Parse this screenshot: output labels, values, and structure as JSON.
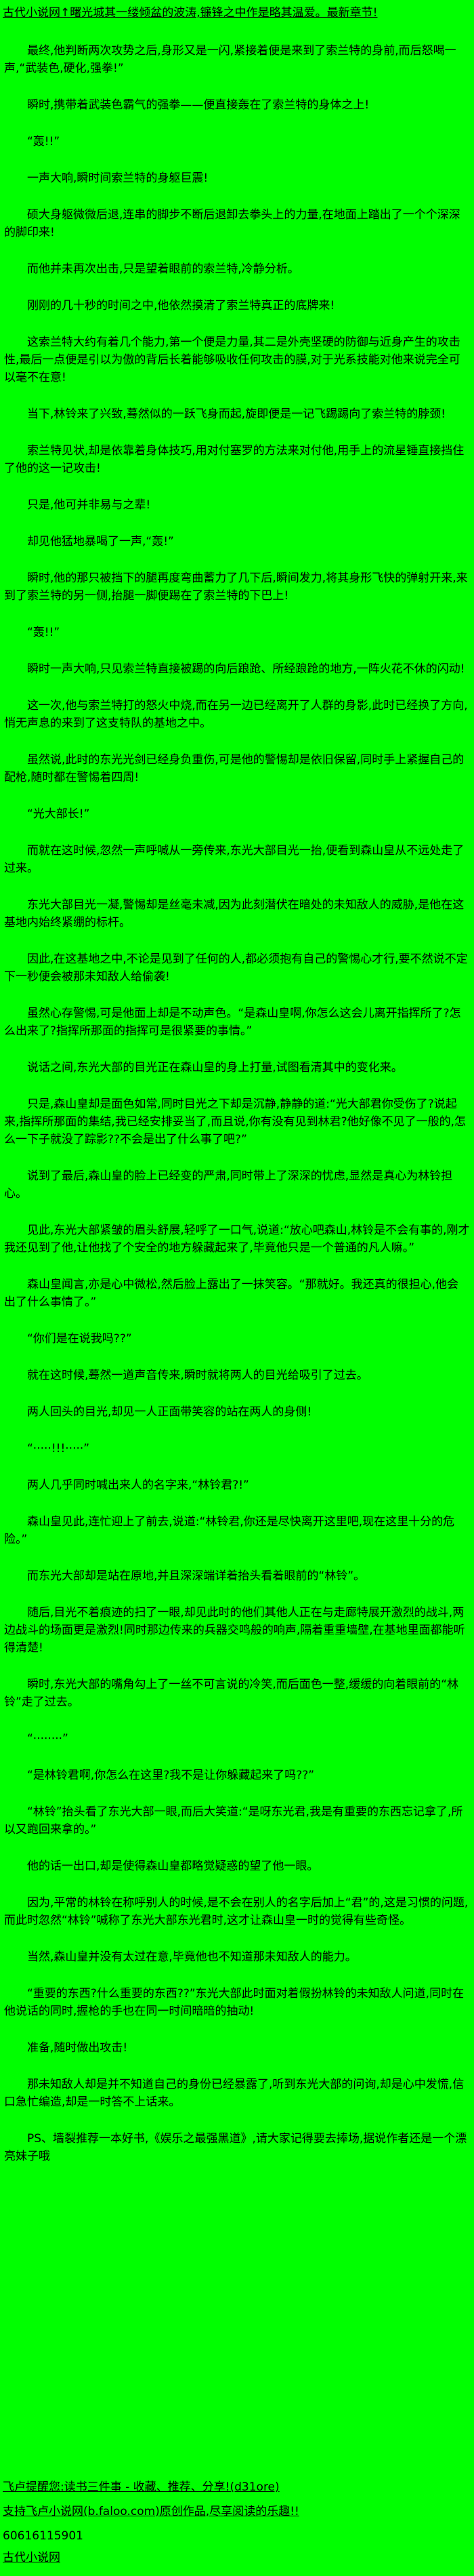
{
  "page": {
    "background_color": "#00ff00",
    "text_color": "#000000"
  },
  "header": {
    "site_name": "古代小说网",
    "title_line": "古代小说网↑曙光城其一缕倾盆的波涛,镰锋之中作是略其温爱。最新章节!"
  },
  "paragraphs": [
    "最终,他判断两次攻势之后,身形又是一闪,紧接着便是来到了索兰特的身前,而后怒喝一声,“武装色,硬化,强拳!”",
    "瞬时,携带着武装色霸气的强拳——便直接轰在了索兰特的身体之上!",
    "“轰!!”",
    "一声大响,瞬时间索兰特的身躯巨震!",
    "硕大身躯微微后退,连串的脚步不断后退卸去拳头上的力量,在地面上踏出了一个个深深的脚印来!",
    "而他并未再次出击,只是望着眼前的索兰特,冷静分析。",
    "刚刚的几十秒的时间之中,他依然摸清了索兰特真正的底牌来!",
    "这索兰特大约有着几个能力,第一个便是力量,其二是外壳坚硬的防御与近身产生的攻击性,最后一点便是引以为傲的背后长着能够吸收任何攻击的膜,对于光系技能对他来说完全可以毫不在意!",
    "当下,林铃来了兴致,蓦然似的一跃飞身而起,旋即便是一记飞踢踢向了索兰特的脖颈!",
    "索兰特见状,却是依靠着身体技巧,用对付塞罗的方法来对付他,用手上的流星锤直接挡住了他的这一记攻击!",
    "只是,他可并非易与之辈!",
    "却见他猛地暴喝了一声,“轰!”",
    "瞬时,他的那只被挡下的腿再度弯曲蓄力了几下后,瞬间发力,将其身形飞快的弹射开来,来到了索兰特的另一侧,抬腿一脚便踢在了索兰特的下巴上!",
    "“轰!!”",
    "瞬时一声大响,只见索兰特直接被踢的向后踉跄、所经踉跄的地方,一阵火花不休的闪动!",
    "这一次,他与索兰特打的怒火中烧,而在另一边已经离开了人群的身影,此时已经换了方向,悄无声息的来到了这支特队的基地之中。",
    "虽然说,此时的东光光剑已经身负重伤,可是他的警惕却是依旧保留,同时手上紧握自己的配枪,随时都在警惕着四周!",
    "“光大部长!”",
    "而就在这时候,忽然一声呼喊从一旁传来,东光大部目光一抬,便看到森山皇从不远处走了过来。",
    "东光大部目光一凝,警惕却是丝毫未减,因为此刻潜伏在暗处的未知敌人的威胁,是他在这基地内始终紧绷的标杆。",
    "因此,在这基地之中,不论是见到了任何的人,都必须抱有自己的警惕心才行,要不然说不定下一秒便会被那未知敌人给偷袭!",
    "虽然心存警惕,可是他面上却是不动声色。“是森山皇啊,你怎么这会儿离开指挥所了?怎么出来了?指挥所那面的指挥可是很紧要的事情。”",
    "说话之间,东光大部的目光正在森山皇的身上打量,试图看清其中的变化来。",
    "只是,森山皇却是面色如常,同时目光之下却是沉静,静静的道:“光大部君你受伤了?说起来,指挥所那面的集结,我已经安排妥当了,而且说,你有没有见到林君?他好像不见了一般的,怎么一下子就没了踪影??不会是出了什么事了吧?”",
    "说到了最后,森山皇的脸上已经变的严肃,同时带上了深深的忧虑,显然是真心为林铃担心。",
    "见此,东光大部紧皱的眉头舒展,轻呼了一口气,说道:“放心吧森山,林铃是不会有事的,刚才我还见到了他,让他找了个安全的地方躲藏起来了,毕竟他只是一个普通的凡人嘛。”",
    "森山皇闻言,亦是心中微松,然后脸上露出了一抹笑容。“那就好。我还真的很担心,他会出了什么事情了。”",
    "“你们是在说我吗??”",
    "就在这时候,蓦然一道声音传来,瞬时就将两人的目光给吸引了过去。",
    "两人回头的目光,却见一人正面带笑容的站在两人的身侧!",
    "“·····!!!·····”",
    "两人几乎同时喊出来人的名字来,“林铃君?!”",
    "森山皇见此,连忙迎上了前去,说道:“林铃君,你还是尽快离开这里吧,现在这里十分的危险。”",
    "而东光大部却是站在原地,并且深深端详着抬头看着眼前的“林铃”。",
    "随后,目光不着痕迹的扫了一眼,却见此时的他们其他人正在与走廊特展开激烈的战斗,两边战斗的场面更是激烈!同时那边传来的兵器交鸣般的响声,隔着重重墙壁,在基地里面都能听得清楚!",
    "瞬时,东光大部的嘴角勾上了一丝不可言说的冷笑,而后面色一整,缓缓的向着眼前的“林铃”走了过去。",
    "“········”",
    "“是林铃君啊,你怎么在这里?我不是让你躲藏起来了吗??”",
    "“林铃”抬头看了东光大部一眼,而后大笑道:“是呀东光君,我是有重要的东西忘记拿了,所以又跑回来拿的。”",
    "他的话一出口,却是使得森山皇都略觉疑惑的望了他一眼。",
    "因为,平常的林铃在称呼别人的时候,是不会在别人的名字后加上“君”的,这是习惯的问题,而此时忽然“林铃”喊称了东光大部东光君时,这才让森山皇一时的觉得有些奇怪。",
    "当然,森山皇并没有太过在意,毕竟他也不知道那未知敌人的能力。",
    "“重要的东西?什么重要的东西??”东光大部此时面对着假扮林铃的未知敌人问道,同时在他说话的同时,握枪的手也在同一时间暗暗的抽动!",
    "准备,随时做出攻击!",
    "那未知敌人却是并不知道自己的身份已经暴露了,听到东光大部的问询,却是心中发慌,信口急忙编造,却是一时答不上话来。",
    "PS、墙裂推荐一本好书,《娱乐之最强黑道》,请大家记得要去捧场,据说作者还是一个漂亮妹子哦"
  ],
  "footer": {
    "reminder": "飞卢提醒您:读书三件事 - 收藏、推荐、分享!(d31ore)",
    "support": "支持飞卢小说网(b.faloo.com)原创作品,尽享阅读的乐趣!!",
    "number": "60616115901",
    "site": "古代小说网"
  }
}
